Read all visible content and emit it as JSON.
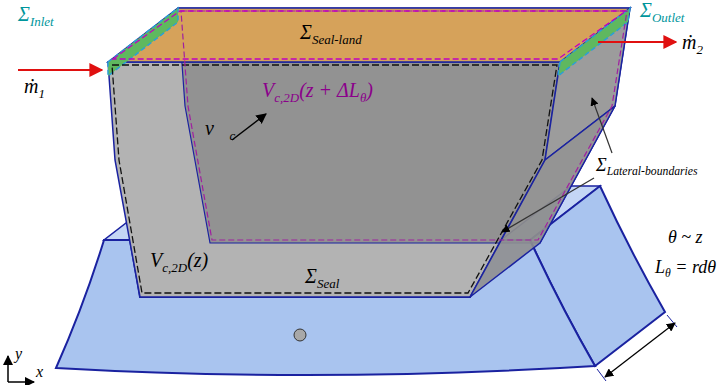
{
  "diagram": {
    "labels": [
      "ΣInlet",
      "ΣSeal-land",
      "ΣOutlet",
      "ṁ1",
      "ṁ2",
      "Vc,2D(z + ΔLθ)",
      "v⃗c",
      "Vc,2D(z)",
      "ΣLateral-boundaries",
      "ΣSeal",
      "θ ~ z",
      "Lθ = rdθ",
      "y",
      "x"
    ]
  }
}
